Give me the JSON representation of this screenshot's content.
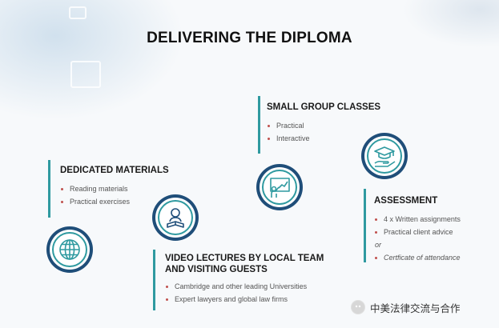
{
  "title": "DELIVERING THE DIPLOMA",
  "sections": {
    "materials": {
      "heading": "DEDICATED MATERIALS",
      "items": [
        "Reading materials",
        "Practical exercises"
      ]
    },
    "small_group": {
      "heading": "SMALL GROUP CLASSES",
      "items": [
        "Practical",
        "Interactive"
      ]
    },
    "lectures": {
      "heading_line1": "VIDEO LECTURES BY LOCAL TEAM",
      "heading_line2": "AND VISITING GUESTS",
      "items": [
        "Cambridge and other leading Universities",
        "Expert lawyers and global law firms"
      ]
    },
    "assessment": {
      "heading": "ASSESSMENT",
      "items": [
        "4 x Written assignments",
        "Practical client advice"
      ],
      "or": "or",
      "extra": "Certficate of attendance"
    }
  },
  "icons": [
    "globe-icon",
    "reader-icon",
    "presenter-icon",
    "graduation-hand-icon"
  ],
  "watermark": {
    "text": "中美法律交流与合作"
  },
  "colors": {
    "accent_teal": "#2f9aa0",
    "icon_navy": "#1f4e79",
    "bullet_red": "#c0504d"
  }
}
